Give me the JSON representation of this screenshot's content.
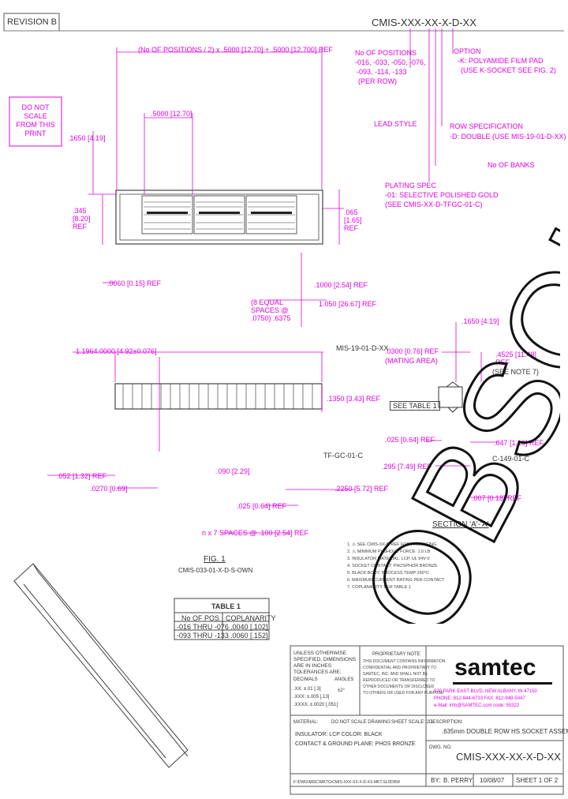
{
  "revision": "REVISION B",
  "part_code": "CMIS-XXX-XX-X-D-XX",
  "note_scale": "DO NOT SCALE FROM THIS PRINT",
  "callouts": {
    "positions_formula": "(No OF POSITIONS / 2) x .5000 [12.70] + .5000 [12.700] REF",
    "option_label": "OPTION",
    "option_text": "-K: POLYAMIDE FILM PAD",
    "option_sub": "(USE K-SOCKET SEE FIG. 2)",
    "positions_label": "No OF POSITIONS",
    "positions_range": "-016, -033, -050, -076,",
    "positions_range2": "-093, -114, -133",
    "positions_per_row": "(PER ROW)",
    "lead_style_label": "LEAD STYLE",
    "row_spec_label": "ROW SPECIFICATION",
    "row_spec_text": "-D: DOUBLE (USE MIS-19-01-D-XX)",
    "banks_label": "No OF BANKS",
    "plating_label": "PLATING SPEC",
    "plating_text": "-01: SELECTIVE POLISHED GOLD",
    "plating_sub": "(SEE CMIS-XX-D-TFGC-01-C)",
    "ref_mis": "MIS-19-01-D-XX",
    "ref_tf": "TF-GC-01-C",
    "ref_c": "C-149-01-C",
    "mating_area": "(MATING AREA)",
    "see_note": "(SEE NOTE 7)",
    "see_table": "SEE TABLE 1",
    "section_title": "SECTION 'A'-'A'",
    "fig_label": "FIG. 1",
    "fig_part": "CMIS-033-01-X-D-S-OWN"
  },
  "dimensions": {
    "d_a": ".5000 [12.70]",
    "d_b": ".1650 [4.19]",
    "d_c": ".345 [8.20] REF",
    "d_d": ".065 [1.65] REF",
    "d_e": ".0060 [0.15] REF",
    "d_f": ".1000 [2.54] REF",
    "d_g": "(8 EQUAL SPACES @ .0750) .6375",
    "d_h": "1.050 [26.67] REF",
    "d_i": ".1650 [4.19]",
    "d_j": ".0300 [0.76] REF",
    "d_k": ".4525 [11.49] REF",
    "d_l": ".1350 [3.43] REF",
    "d_m": ".025 [0.64] REF",
    "d_n": ".295 [7.49] REF",
    "d_o": ".047 [1.19] REF",
    "d_p": ".007 [0.18] REF",
    "d_q": ".052 [1.32] REF",
    "d_r": ".0270 [0.69]",
    "d_s": ".025 [0.64] REF",
    "d_t": ".2250 [5.72] REF",
    "d_u": "n x 7 SPACES @ .100 [2.54] REF",
    "d_v": "1.1964.0000 [4.92±0.076]",
    "d_w": ".090 [2.29]"
  },
  "notes": [
    "1. ⚠ SEE CMIS-XX-D REF FOR PACKAGING",
    "2. ⚠ MINIMUM PUSHOUT FORCE: 1.0 LB",
    "3. INSULATOR MATERIAL: LCP, UL 94V-0",
    "4. SOCKET CONTACT: PHOSPHOR BRONZE",
    "5. BLACK BODY, PROCESS TEMP 260°C",
    "6. MAXIMUM CURRENT RATING PER CONTACT",
    "7. COPLANARITY PER TABLE 1"
  ],
  "table1": {
    "title": "TABLE 1",
    "headers": [
      "No OF POS",
      "COPLANARITY"
    ],
    "rows": [
      [
        "-016 THRU -076",
        ".0040 [.102]"
      ],
      [
        "-093 THRU -133",
        ".0060 [.152]"
      ]
    ]
  },
  "title_block": {
    "tolerance_head": "UNLESS OTHERWISE SPECIFIED, DIMENSIONS ARE IN INCHES TOLERANCES ARE:",
    "decimal": "DECIMALS",
    "angles": "ANGLES",
    "tol1": ".XX: ±.01 [.3]",
    "tol2": ".XXX: ±.005 [.13]",
    "tol3": ".XXXX: ±.0020 [.051]",
    "tol_ang": "±2°",
    "proprietary_head": "PROPRIETARY NOTE",
    "proprietary_lines": [
      "THIS DOCUMENT CONTAINS INFORMATION",
      "CONFIDENTIAL AND PROPRIETARY TO",
      "SAMTEC, INC. AND SHALL NOT BE",
      "REPRODUCED OR TRANSFERRED TO",
      "OTHER DOCUMENTS OR DISCLOSED",
      "TO OTHERS OR USED FOR ANY PURPOSE"
    ],
    "logo": "samtec",
    "address1": "520 PARK EAST BLVD, NEW ALBANY, IN 47150",
    "address2": "PHONE: 812-944-6733    FAX: 812-948-5047",
    "address3": "e-Mail: info@SAMTEC.com    code: 55322",
    "description_label": "DESCRIPTION:",
    "description": ".635mm DOUBLE ROW HS SOCKET ASSEMBLY",
    "material_label": "MATERIAL:",
    "no_scale": "DO NOT SCALE DRAWING",
    "sheet_scale": "SHEET SCALE: 2:1",
    "material1": "INSULATOR: LCP COLOR: BLACK",
    "material2": "CONTACT & GROUND PLANE: PHOS BRONZE",
    "dwg_label": "DWG. NO.",
    "dwg_no": "CMIS-XXX-XX-X-D-XX",
    "by_label": "BY:",
    "by": "B. PERRY",
    "date": "10/08/07",
    "sheet": "SHEET 1 OF 2",
    "file": "F:\\DWG\\MISC\\MKTG\\CMIS-XXX-XX-X-D-XX-MKT.SLDDRW"
  },
  "watermark": "OBSOLETE"
}
